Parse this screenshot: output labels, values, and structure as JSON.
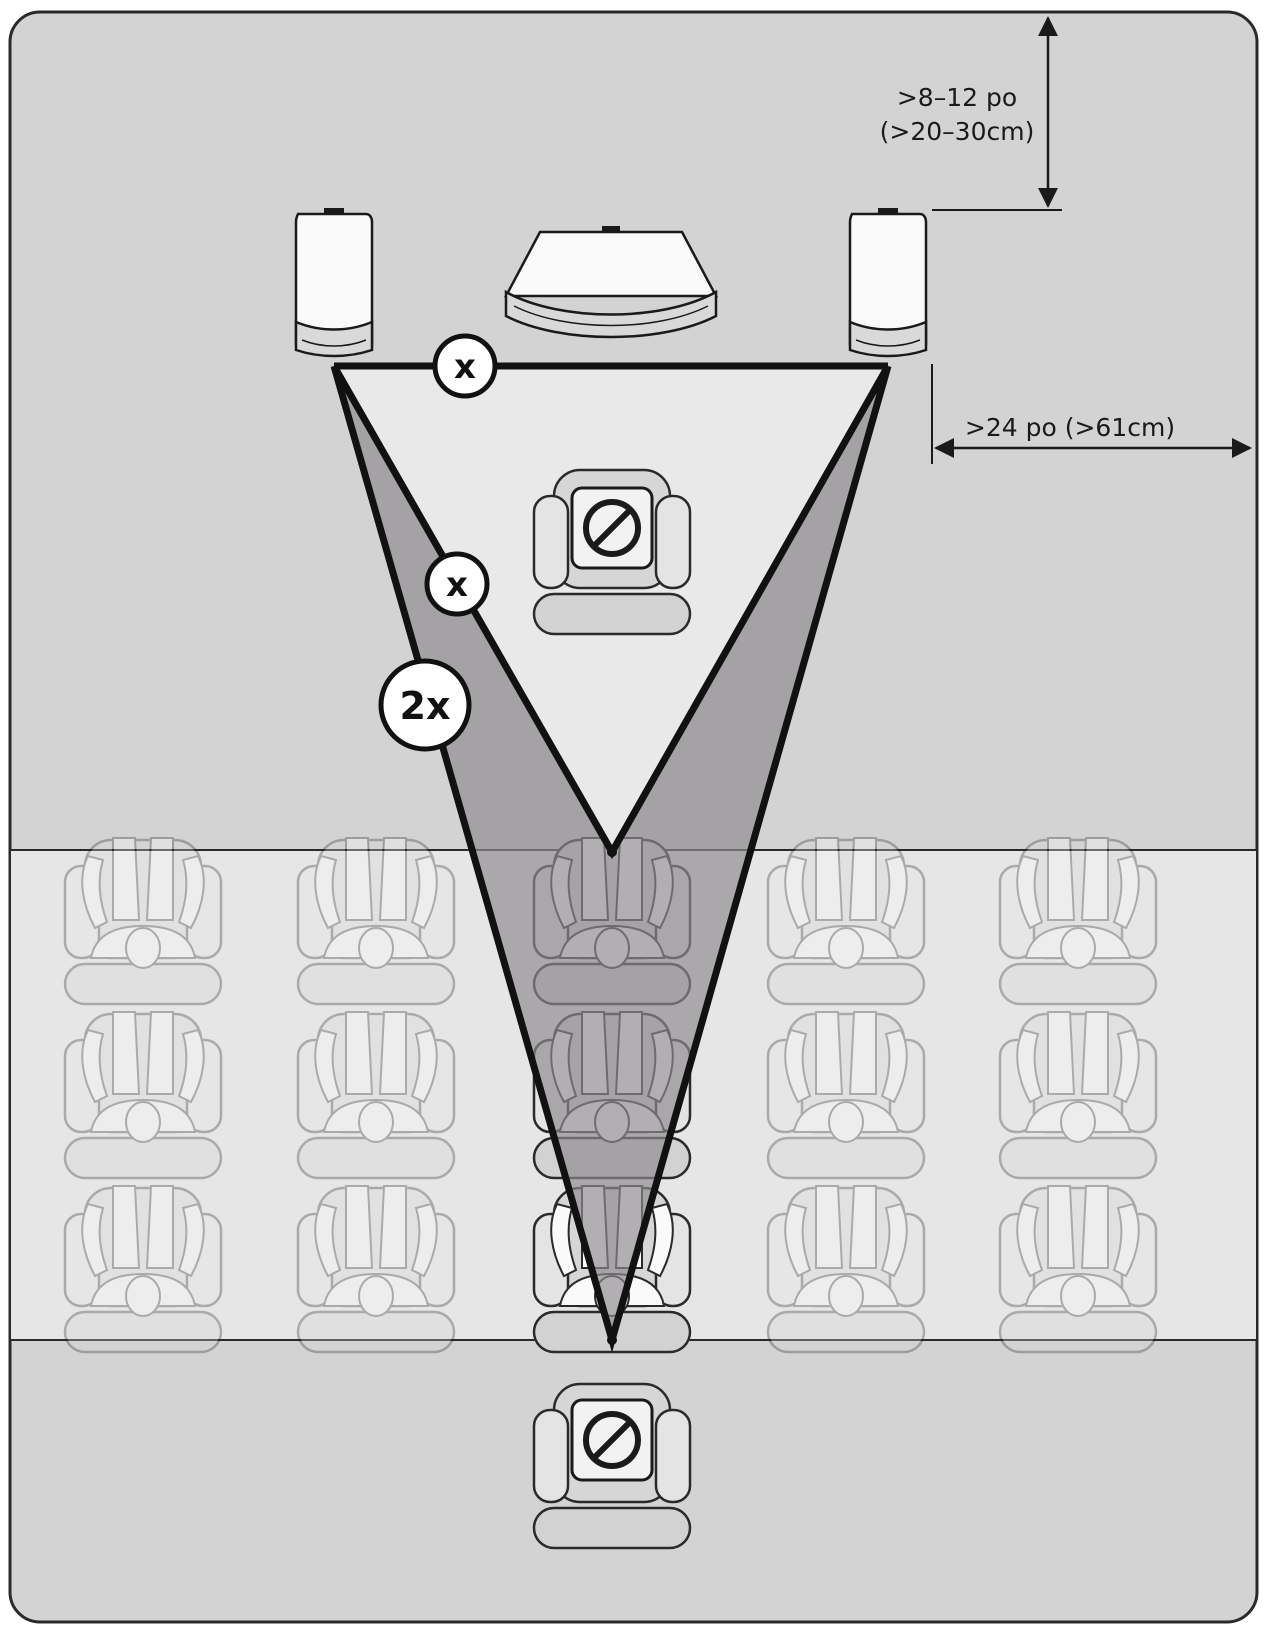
{
  "dimensions": {
    "top_clearance_line1": ">8–12 po",
    "top_clearance_line2": "(>20–30cm)",
    "side_clearance": ">24 po (>61cm)"
  },
  "labels": {
    "speaker_spacing": "x",
    "front_edge_distance": "x",
    "back_edge_distance": "2x"
  },
  "listening_zone": {
    "rows": 3,
    "seats_per_row": 5,
    "center_column_index": 2
  },
  "colors": {
    "room": "#d3d3d3",
    "listening_band": "#e6e6e6",
    "triangle_inner": "#e9e9e9",
    "triangle_outer": "#a9a5a8",
    "line": "#111111"
  },
  "icons": {
    "speaker": "speaker-icon",
    "center_speaker": "center-speaker-icon",
    "excluded_seat": "no-symbol-icon",
    "person_seat": "person-in-chair-icon"
  }
}
